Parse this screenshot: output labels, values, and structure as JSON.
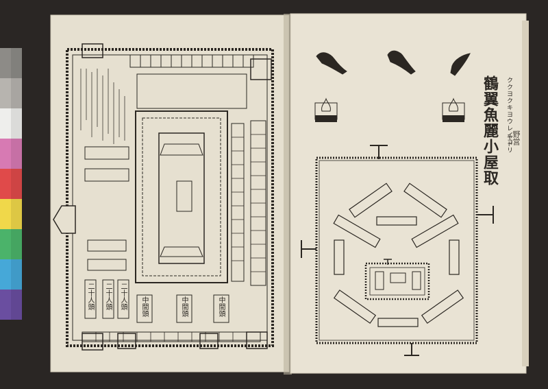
{
  "right_page": {
    "title": "鶴翼魚麗小屋取",
    "title_ruby": "ククヨクキヨウレイコ",
    "title_ruby_2": "ヤドリ",
    "side_mark": "野営"
  },
  "left_page": {
    "units": [
      {
        "label": "二十人頭"
      },
      {
        "label": "二十人頭"
      },
      {
        "label": "二十人頭"
      }
    ],
    "middle_units": [
      {
        "label": "中間頭"
      },
      {
        "label": "中間頭"
      },
      {
        "label": "中間頭"
      }
    ]
  },
  "colors": {
    "paper": "#e8e2d3",
    "ink": "#2b2722",
    "background": "#2a2624"
  }
}
